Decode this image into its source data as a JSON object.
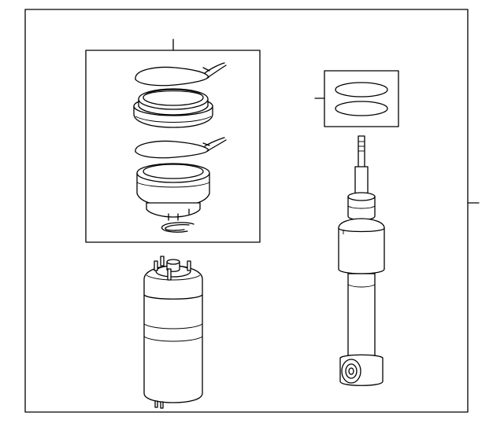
{
  "diagram": {
    "parts": [
      "air-spring-kit",
      "air-spring",
      "seal-rings",
      "shock-absorber"
    ],
    "callouts": [
      {
        "name": "callout-kit",
        "target": "air-spring-kit"
      },
      {
        "name": "callout-seals",
        "target": "seal-rings"
      },
      {
        "name": "callout-assembly",
        "target": "assembly-frame"
      }
    ],
    "colors": {
      "line": "#000000",
      "background": "#ffffff"
    }
  }
}
